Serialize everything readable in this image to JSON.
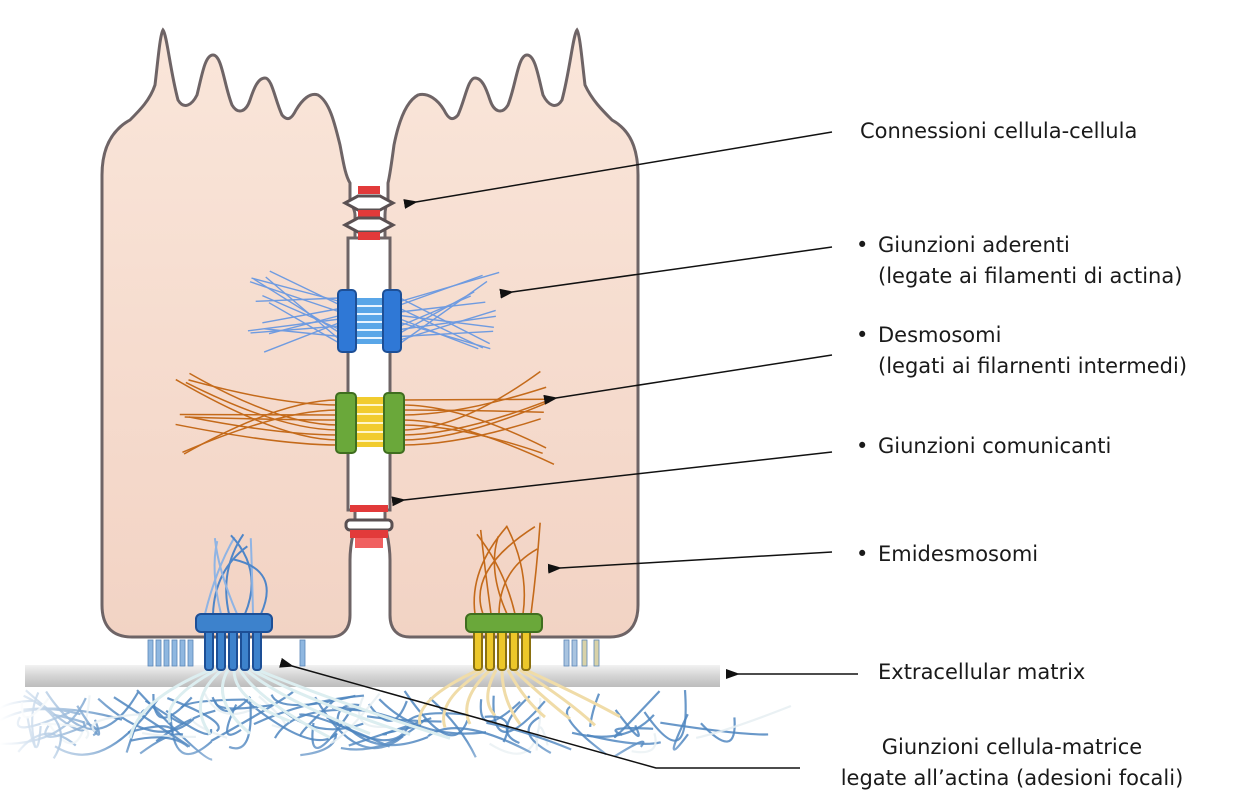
{
  "colors": {
    "cell_fill": "#f6ddd0",
    "cell_outline": "#6e6466",
    "tight_junction": "#e23a3a",
    "adherens_plaque": "#2f78d6",
    "actin_filaments": "#6f9be0",
    "desmosome_plaque": "#6aa83a",
    "desmosome_core": "#f1cc2e",
    "intermediate_filaments": "#c46a1a",
    "ecm_fibers": "#4f86c0",
    "basement_membrane": "#d8d8d8"
  },
  "labels": {
    "cell_cell": {
      "text": "Connessioni cellula-cellula"
    },
    "adherens": {
      "bullet": "•",
      "title": "Giunzioni aderenti",
      "sub": "(legate ai filamenti di actina)"
    },
    "desmosomes": {
      "bullet": "•",
      "title": "Desmosomi",
      "sub": "(legati ai filarnenti intermedi)"
    },
    "gap": {
      "bullet": "•",
      "title": "Giunzioni comunicanti"
    },
    "hemidesmosomes": {
      "bullet": "•",
      "title": "Emidesmosomi"
    },
    "ecm": {
      "text": "Extracellular matrix"
    },
    "focal": {
      "line1": "Giunzioni cellula-matrice",
      "line2": "legate all’actina (adesioni focali)"
    }
  }
}
